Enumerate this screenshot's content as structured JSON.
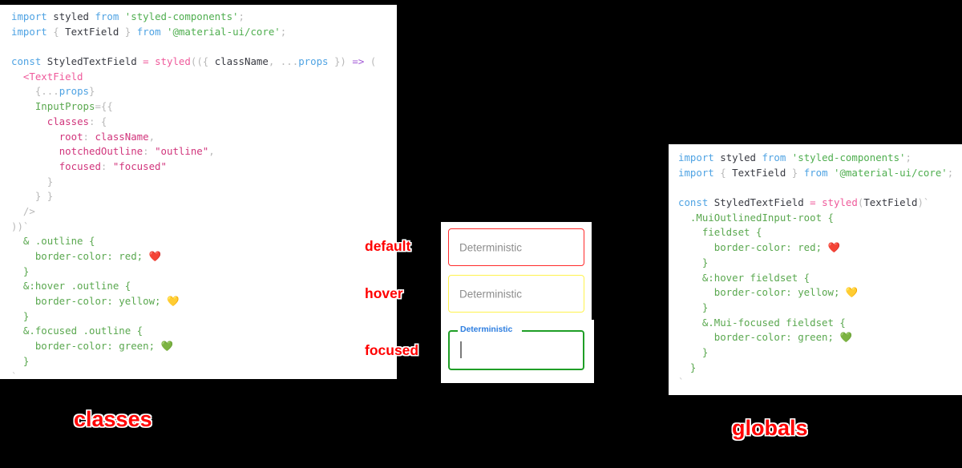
{
  "background_color": "#000000",
  "panels": {
    "classes": {
      "caption": "classes",
      "caption_color": "#ff0000",
      "background": "#ffffff",
      "code": [
        "import styled from 'styled-components';",
        "import { TextField } from '@material-ui/core';",
        "",
        "const StyledTextField = styled(({ className, ...props }) => (",
        "  <TextField",
        "    {...props}",
        "    InputProps={{",
        "      classes: {",
        "        root: className,",
        "        notchedOutline: \"outline\",",
        "        focused: \"focused\"",
        "      }",
        "    }}",
        "  />",
        "))`",
        "  & .outline {",
        "    border-color: red; ❤️",
        "  }",
        "  &:hover .outline {",
        "    border-color: yellow; 💛",
        "  }",
        "  &.focused .outline {",
        "    border-color: green; 💚",
        "  }",
        "`;"
      ]
    },
    "globals": {
      "caption": "globals",
      "caption_color": "#ff0000",
      "background": "#ffffff",
      "code": [
        "import styled from 'styled-components';",
        "import { TextField } from '@material-ui/core';",
        "",
        "const StyledTextField = styled(TextField)`",
        "  .MuiOutlinedInput-root {",
        "    fieldset {",
        "      border-color: red; ❤️",
        "    }",
        "    &:hover fieldset {",
        "      border-color: yellow; 💛",
        "    }",
        "    &.Mui-focused fieldset {",
        "      border-color: green; 💚",
        "    }",
        "  }",
        "`;"
      ]
    }
  },
  "demo": {
    "fields": [
      {
        "state": "default",
        "annotation": "default",
        "value": "Deterministic",
        "border_color": "#ff2b2b",
        "text_color": "#8d8d8d"
      },
      {
        "state": "hover",
        "annotation": "hover",
        "value": "Deterministic",
        "border_color": "#fff34d",
        "text_color": "#8d8d8d"
      },
      {
        "state": "focused",
        "annotation": "focused",
        "value": "",
        "floating_label": "Deterministic",
        "border_color": "#1f9e26",
        "label_color": "#2f7fe0"
      }
    ]
  },
  "emoji": {
    "red_heart": "❤️",
    "yellow_heart": "💛",
    "green_heart": "💚"
  }
}
